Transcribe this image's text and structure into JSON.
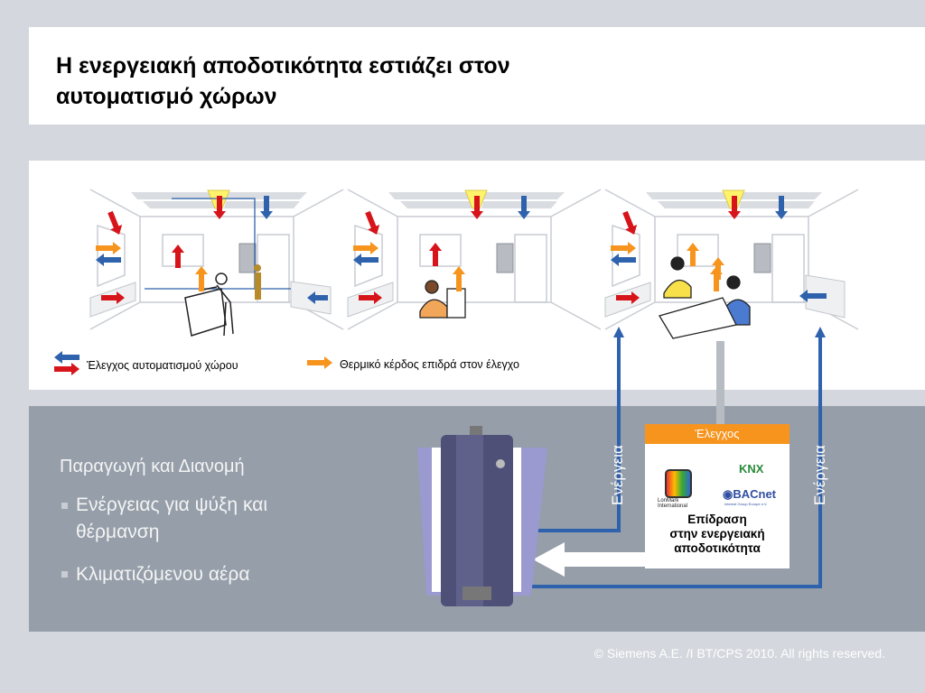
{
  "title": {
    "line1": "Η ενεργειακή αποδοτικότητα εστιάζει στον",
    "line2": "αυτοματισμό χώρων"
  },
  "legend": {
    "room_control": "Έλεγχος αυτοματισμού χώρου",
    "thermal_gain": "Θερμικό κέρδος επιδρά στον έλεγχο"
  },
  "lower": {
    "heading": "Παραγωγή και Διανομή",
    "bullets": [
      "Ενέργειας για ψύξη και θέρμανση",
      "Κλιματιζόμενου αέρα"
    ],
    "bullet1_line1": "Ενέργειας για ψύξη και",
    "bullet1_line2": "θέρμανση"
  },
  "energy_label": "Ενέργεια",
  "control_box": {
    "header": "Έλεγχος",
    "logos": [
      "LonMark International",
      "KNX",
      "BACnet"
    ],
    "lonmark_l1": "LonMark",
    "lonmark_l2": "International",
    "knx": "KNX",
    "bacnet": "BACnet",
    "bacnet_sub": "Interest Group Europe e.V.",
    "line1": "Επίδραση",
    "line2": "στην ενεργειακή",
    "line3": "αποδοτικότητα"
  },
  "footer": "© Siemens A.E. /I BT/CPS 2010. All rights reserved.",
  "colors": {
    "red": "#d7141a",
    "blue": "#2f62ac",
    "orange": "#f7941d",
    "panel_gray": "#959ea9"
  }
}
